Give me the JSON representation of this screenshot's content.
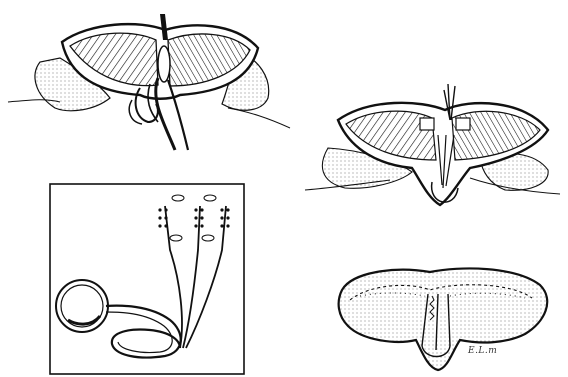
{
  "illustration": {
    "panels": [
      {
        "id": "panel-top-left",
        "subject": "flap-closure-with-instrument"
      },
      {
        "id": "panel-top-right",
        "subject": "flap-sutured-with-drains"
      },
      {
        "id": "panel-bottom-left",
        "subject": "suction-drain-apparatus"
      },
      {
        "id": "panel-bottom-right",
        "subject": "final-closure"
      }
    ],
    "signature": "E.L.m",
    "colors": {
      "ink": "#111111",
      "paper": "#ffffff",
      "shade": "#cfcfcf"
    }
  }
}
